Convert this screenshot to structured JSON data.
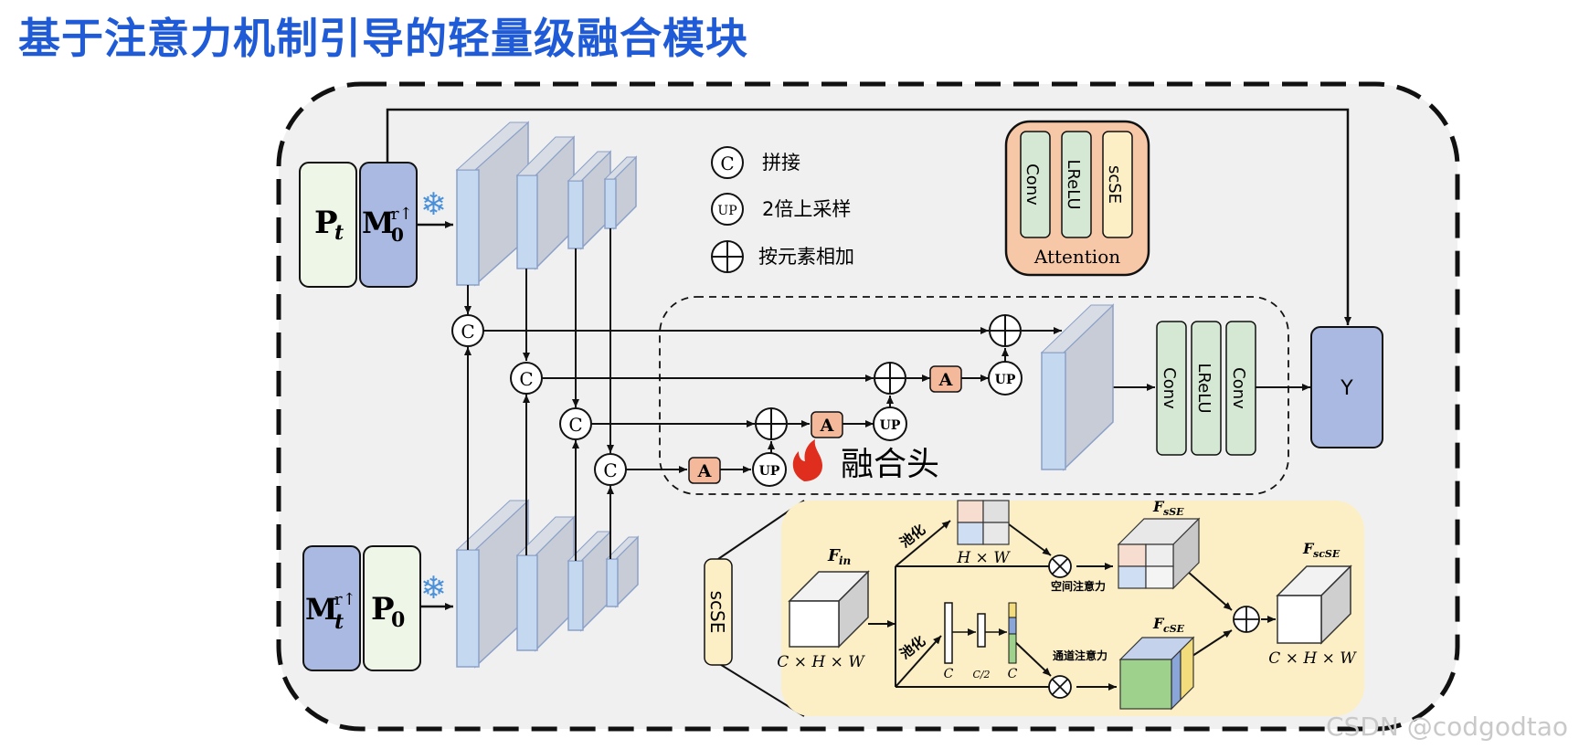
{
  "title": "基于注意力机制引导的轻量级融合模块",
  "inputs": {
    "top_left": "P",
    "top_left_sub": "t",
    "top_right": "M",
    "top_right_sup": "r↑",
    "top_right_sub": "0",
    "bottom_left": "M",
    "bottom_left_sup": "r↑",
    "bottom_left_sub": "t",
    "bottom_right": "P",
    "bottom_right_sub": "0"
  },
  "legend": {
    "concat_symbol": "C",
    "concat_label": "拼接",
    "upsample_symbol": "UP",
    "upsample_label": "2倍上采样",
    "add_label": "按元素相加"
  },
  "attention_block": {
    "items": [
      "Conv",
      "LReLU",
      "scSE"
    ],
    "label": "Attention"
  },
  "fusion_head": {
    "label": "融合头",
    "attention_symbol": "A",
    "up_symbol": "UP",
    "concat_symbol": "C",
    "head_items": [
      "Conv",
      "LReLU",
      "Conv"
    ]
  },
  "output": {
    "label": "Y"
  },
  "scse": {
    "side_label": "scSE",
    "f_in": "F",
    "f_in_sub": "in",
    "f_sse": "F",
    "f_sse_sub": "sSE",
    "f_cse": "F",
    "f_cse_sub": "cSE",
    "f_scse": "F",
    "f_scse_sub": "scSE",
    "dim_in": "C × H × W",
    "dim_out": "C × H × W",
    "hw": "H × W",
    "pool_top": "池化",
    "pool_bottom": "池化",
    "spatial_attention": "空间注意力",
    "channel_attention": "通道注意力",
    "c_left": "C",
    "c_mid": "C/2",
    "c_right": "C"
  },
  "watermark": "CSDN @codgodtao",
  "colors": {
    "title": "#1f5bd6",
    "panel_bg": "#f0f0f0",
    "green_box": "#d5e8d4",
    "blue_box": "#aab9e2",
    "attention_bg": "#f7c8a8",
    "scse_bg": "#fcefc6",
    "a_box": "#f4b89a"
  }
}
